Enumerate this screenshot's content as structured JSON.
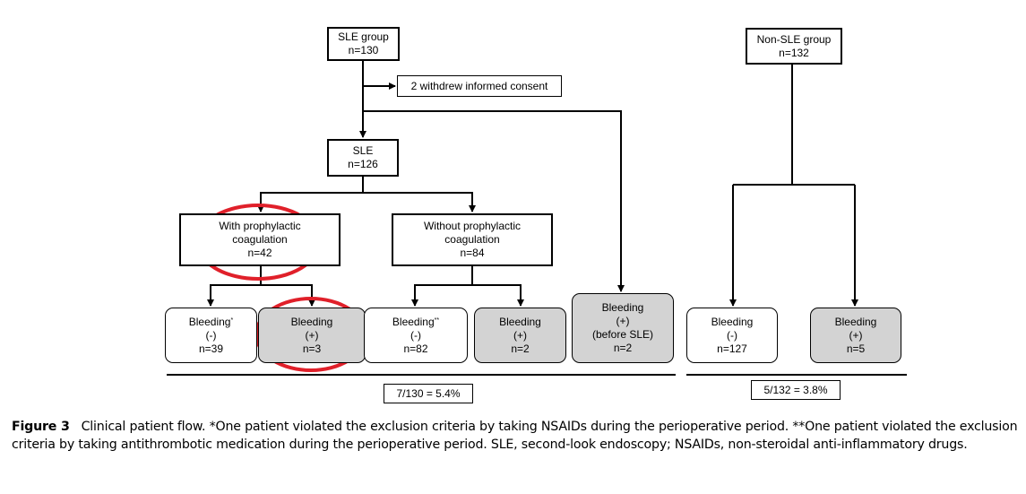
{
  "boxes": {
    "sle_group": {
      "title": "SLE group",
      "n": "n=130"
    },
    "withdrew": {
      "text": "2 withdrew informed consent"
    },
    "sle": {
      "title": "SLE",
      "n": "n=126"
    },
    "with_proph": {
      "line1": "With prophylactic",
      "line2": "coagulation",
      "n": "n=42"
    },
    "without_proph": {
      "line1": "Without prophylactic",
      "line2": "coagulation",
      "n": "n=84"
    },
    "non_sle_group": {
      "title": "Non-SLE group",
      "n": "n=132"
    }
  },
  "outcomes": {
    "b1": {
      "title": "Bleeding",
      "mark": "*",
      "sign": "(-)",
      "n": "n=39"
    },
    "b2": {
      "title": "Bleeding",
      "sign": "(+)",
      "n": "n=3"
    },
    "b3": {
      "title": "Bleeding",
      "mark": "**",
      "sign": "(-)",
      "n": "n=82"
    },
    "b4": {
      "title": "Bleeding",
      "sign": "(+)",
      "n": "n=2"
    },
    "b5": {
      "title": "Bleeding",
      "sign": "(+)",
      "note": "(before SLE)",
      "n": "n=2"
    },
    "b6": {
      "title": "Bleeding",
      "sign": "(-)",
      "n": "n=127"
    },
    "b7": {
      "title": "Bleeding",
      "sign": "(+)",
      "n": "n=5"
    }
  },
  "totals": {
    "sle_total": "7/130 = 5.4%",
    "non_sle_total": "5/132 = 3.8%"
  },
  "colors": {
    "highlight": "#e0202a",
    "shaded": "#d3d3d3"
  },
  "caption": {
    "label": "Figure 3",
    "text": "Clinical patient flow. *One patient violated the exclusion criteria by taking NSAIDs during the perioperative period. **One patient violated the exclusion criteria by taking antithrombotic medication during the perioperative period. SLE, second-look endoscopy; NSAIDs, non-steroidal anti-inflammatory drugs."
  }
}
